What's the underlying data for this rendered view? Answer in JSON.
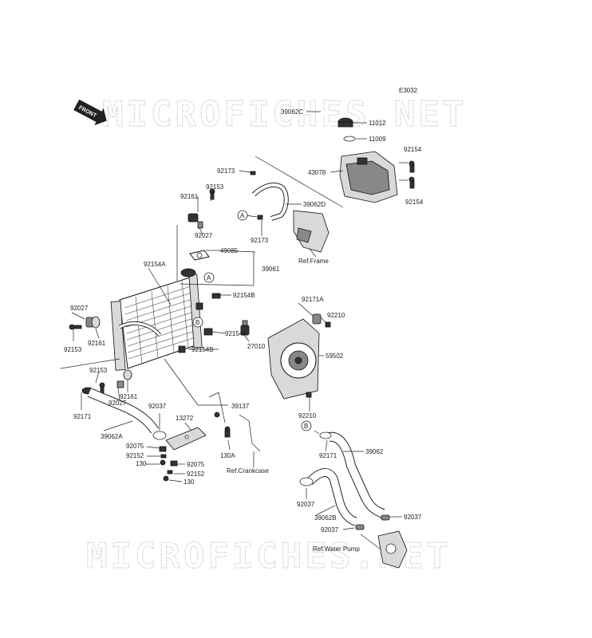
{
  "diagram_code": "E3032",
  "watermark": "MICROFICHES.NET",
  "front_badge": "FRONT",
  "refs": {
    "frame": "Ref.Frame",
    "crankcase": "Ref.Crankcase",
    "water_pump": "Ref.Water Pump"
  },
  "markers": {
    "a": "A",
    "b": "B"
  },
  "parts": {
    "p39062c": "39062C",
    "p11012": "11012",
    "p11009": "11009",
    "p92154_top": "92154",
    "p43078": "43078",
    "p92154_right": "92154",
    "p92173_a": "92173",
    "p39062d": "39062D",
    "p92173_b": "92173",
    "p92161_top": "92161",
    "p92153_top": "92153",
    "p92027_top": "92027",
    "p49085": "49085",
    "p39061": "39061",
    "p92154a_top": "92154A",
    "p92154b_top": "92154B",
    "p92171a": "92171A",
    "p92210_top": "92210",
    "p92027_left": "92027",
    "p92161_left": "92161",
    "p92153_left": "92153",
    "p92154a_mid": "92154A",
    "p27010": "27010",
    "p59502": "59502",
    "p92154b_mid": "92154B",
    "p92153_low": "92153",
    "p92161_low": "92161",
    "p92027_low": "92027",
    "p92171_left": "92171",
    "p92037_a": "92037",
    "p39137": "39137",
    "p92210_low": "92210",
    "p39062a": "39062A",
    "p13272": "13272",
    "p92075_a": "92075",
    "p92152_a": "92152",
    "p130_a": "130",
    "p92075_b": "92075",
    "p92152_b": "92152",
    "p130_b": "130",
    "p130a": "130A",
    "p92171_right": "92171",
    "p39062": "39062",
    "p92037_b": "92037",
    "p92037_c": "92037",
    "p39062b": "39062B",
    "p92037_d": "92037"
  }
}
